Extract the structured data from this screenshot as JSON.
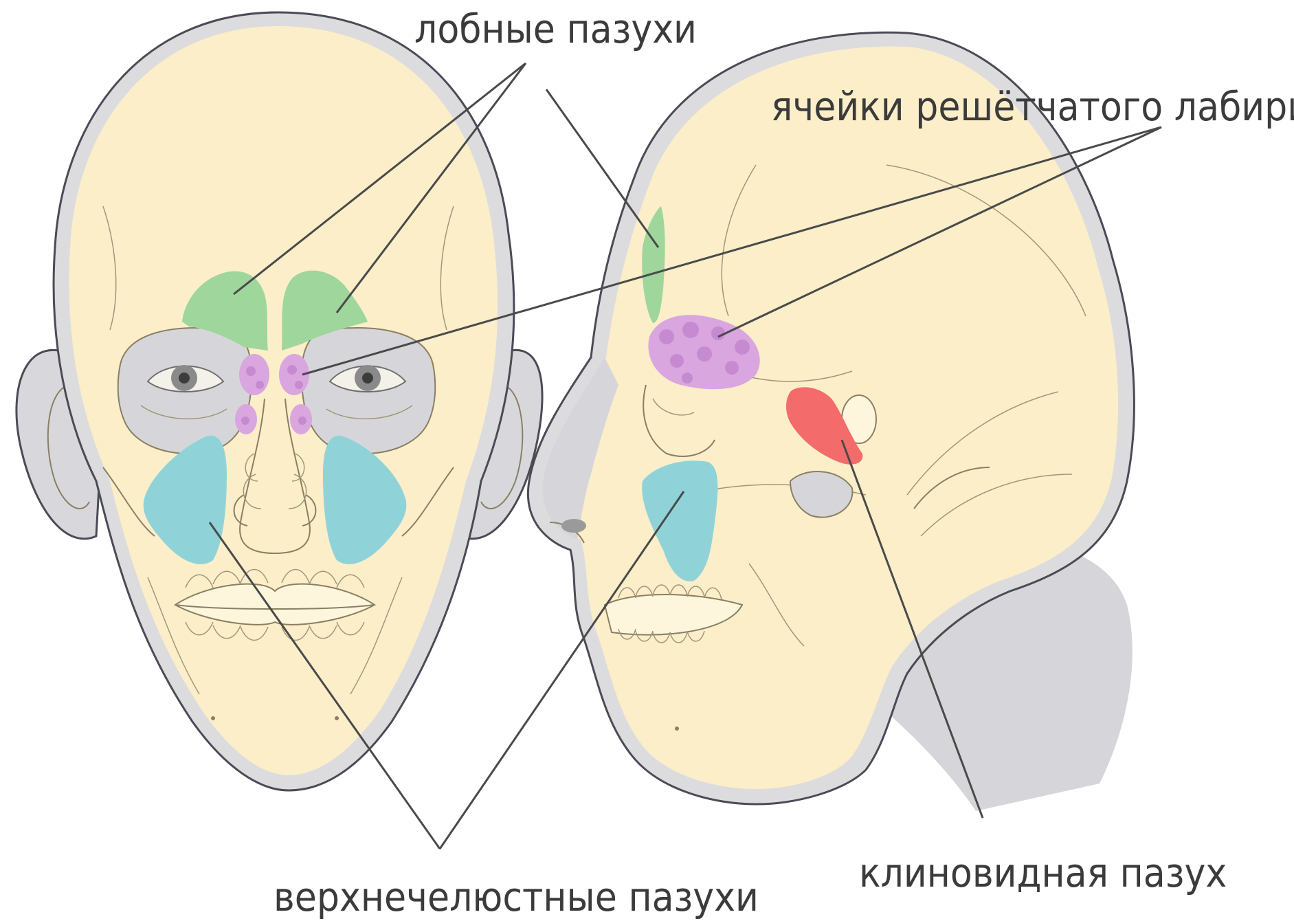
{
  "labels": {
    "frontal_sinuses": "лобные пазухи",
    "ethmoid_cells": "ячейки решётчатого лабиринта",
    "maxillary_sinuses": "верхнечелюстные пазухи",
    "sphenoid_sinus": "клиновидная пазух"
  },
  "colors": {
    "background": "#ffffff",
    "skin": "#fbeec8",
    "shadow": "#d6d6da",
    "frontal": "#9ed69b",
    "ethmoid": "#d9a6e0",
    "maxillary": "#8fd3d8",
    "sphenoid": "#f36b6b"
  }
}
